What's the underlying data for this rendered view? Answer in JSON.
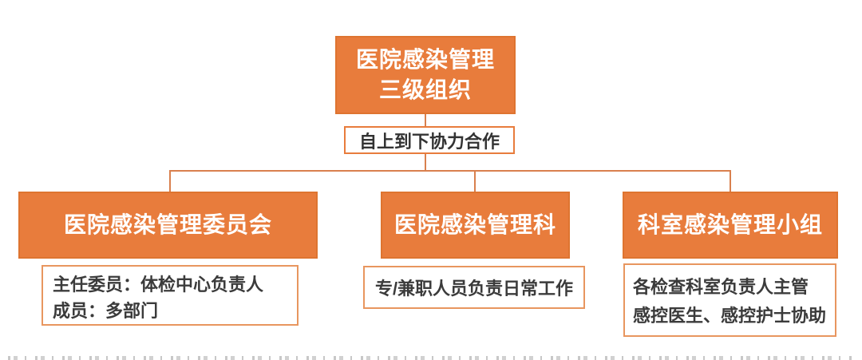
{
  "root": {
    "title_lines": [
      "医院感染管理",
      "三级组织"
    ],
    "subtitle": "自上到下协力合作"
  },
  "branches": [
    {
      "title": "医院感染管理委员会",
      "details": [
        "主任委员：体检中心负责人",
        "成员：多部门"
      ]
    },
    {
      "title": "医院感染管理科",
      "details": [
        "专/兼职人员负责日常工作"
      ]
    },
    {
      "title": "科室感染管理小组",
      "details": [
        "各检查科室负责人主管",
        "感控医生、感控护士协助"
      ]
    }
  ],
  "colors": {
    "node_fill": "#E87C3C",
    "node_border": "#DE7430",
    "note_border": "#E8965F",
    "connector": "#D9804E",
    "node_text": "#FFFFFF",
    "note_text": "#3B3B3B"
  }
}
